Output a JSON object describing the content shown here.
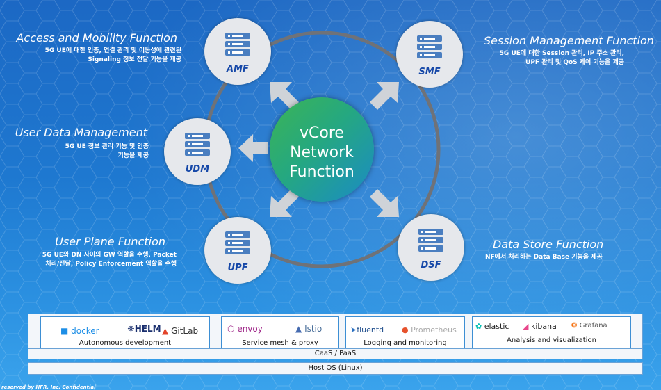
{
  "center": {
    "line1": "vCore",
    "line2": "Network",
    "line3": "Function"
  },
  "functions": {
    "amf": {
      "label": "AMF",
      "title": "Access and Mobility Function",
      "desc": "5G UE에 대한 인증, 연결 관리 및 이동성에 관련된\nSignaling 정보 전달 기능을 제공"
    },
    "smf": {
      "label": "SMF",
      "title": "Session Management Function",
      "desc": "5G UE에 대한 Session 관리, IP 주소 관리,\nUPF 관리 및 QoS 제어 기능을 제공"
    },
    "udm": {
      "label": "UDM",
      "title": "User Data Management",
      "desc": "5G UE 정보 관리 기능 및 인증\n기능을 제공"
    },
    "upf": {
      "label": "UPF",
      "title": "User Plane Function",
      "desc": "5G UE와 DN 사이의 GW 역할을 수행, Packet\n처리/전달, Policy Enforcement 역할을 수행"
    },
    "dsf": {
      "label": "DSF",
      "title": "Data Store Function",
      "desc": "NF에서 처리하는 Data Base 기능을 제공"
    }
  },
  "stack": {
    "groups": [
      {
        "caption": "Autonomous development",
        "tools": [
          "docker",
          "HELM",
          "GitLab"
        ]
      },
      {
        "caption": "Service mesh & proxy",
        "tools": [
          "envoy",
          "Istio"
        ]
      },
      {
        "caption": "Logging and monitoring",
        "tools": [
          "fluentd",
          "Prometheus"
        ]
      },
      {
        "caption": "Analysis and visualization",
        "tools": [
          "elastic",
          "kibana",
          "Grafana"
        ]
      }
    ],
    "caas": "CaaS / PaaS",
    "os": "Host OS (Linux)"
  },
  "footer": "reserved by HFR, Inc. Confidential",
  "colors": {
    "node_label": "#1648a8",
    "box_border": "#3d8fd4",
    "center_start": "#3cb455",
    "center_end": "#1a8bc6"
  }
}
